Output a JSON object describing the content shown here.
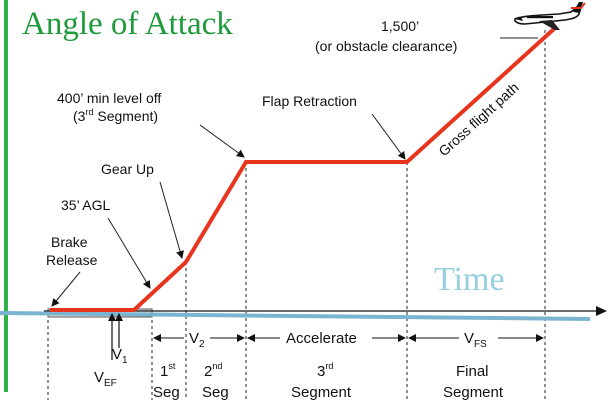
{
  "title": "Angle of Attack",
  "overlay_axis_label": "Time",
  "colors": {
    "title_green": "#1f9a3a",
    "left_bar_green": "#2db34a",
    "flight_path_red": "#e8341c",
    "time_axis_blue": "#7ab4d0",
    "time_label": "#98cfe0",
    "runway_fill": "#ececec"
  },
  "icons": {
    "aircraft": "business-jet-icon"
  },
  "annotations": {
    "altitude_1500": "1,500’",
    "obstacle": "(or obstacle clearance)",
    "level_off_1": "400’ min level off",
    "level_off_2_pre": "(3",
    "level_off_2_sup": "rd",
    "level_off_2_post": " Segment)",
    "flap": "Flap Retraction",
    "gear": "Gear Up",
    "agl": "35’ AGL",
    "brake_1": "Brake",
    "brake_2": "Release",
    "path": "Gross flight path"
  },
  "speeds": {
    "v1_main": "V",
    "v1_sub": "1",
    "vef_main": "V",
    "vef_sub": "EF",
    "v2_main": "V",
    "v2_sub": "2",
    "vfs_main": "V",
    "vfs_sub": "FS"
  },
  "segments": {
    "accelerate": "Accelerate",
    "seg1_num": "1",
    "seg1_sup": "st",
    "seg1_word": "Seg",
    "seg2_num": "2",
    "seg2_sup": "nd",
    "seg2_word": "Seg",
    "seg3_num": "3",
    "seg3_sup": "rd",
    "seg3_word": "Segment",
    "final_1": "Final",
    "final_2": "Segment"
  }
}
